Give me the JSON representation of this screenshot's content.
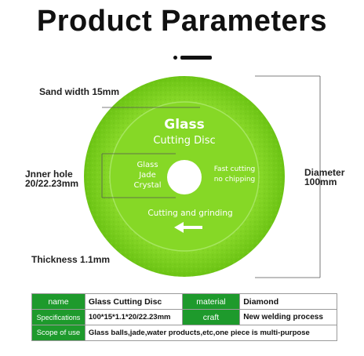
{
  "title": "Product Parameters",
  "annotations": {
    "sand_width": "Sand width 15mm",
    "inner_hole_line1": "Jnner hole",
    "inner_hole_line2": "20/22.23mm",
    "diameter_line1": "Diameter",
    "diameter_line2": "100mm",
    "thickness": "Thickness 1.1mm"
  },
  "disc": {
    "title_line1": "Glass",
    "title_line2": "Cutting Disc",
    "left_line1": "Glass",
    "left_line2": "Jade",
    "left_line3": "Crystal",
    "right_line1": "Fast cutting",
    "right_line2": "no chipping",
    "bottom_text": "Cutting and grinding",
    "colors": {
      "outer": "#7ed21c",
      "inner": "#86da24",
      "text": "#ffffff"
    }
  },
  "table": {
    "row1": {
      "key1": "name",
      "val1": "Glass Cutting Disc",
      "key2": "material",
      "val2": "Diamond"
    },
    "row2": {
      "key1": "Specifications",
      "val1": "100*15*1.1*20/22.23mm",
      "key2": "craft",
      "val2": "New welding process"
    },
    "row3": {
      "key1": "Scope of use",
      "val1": "Glass balls,jade,water products,etc,one piece is multi-purpose"
    },
    "colors": {
      "key_bg": "#1e9a2c",
      "key_text": "#ffffff"
    }
  }
}
